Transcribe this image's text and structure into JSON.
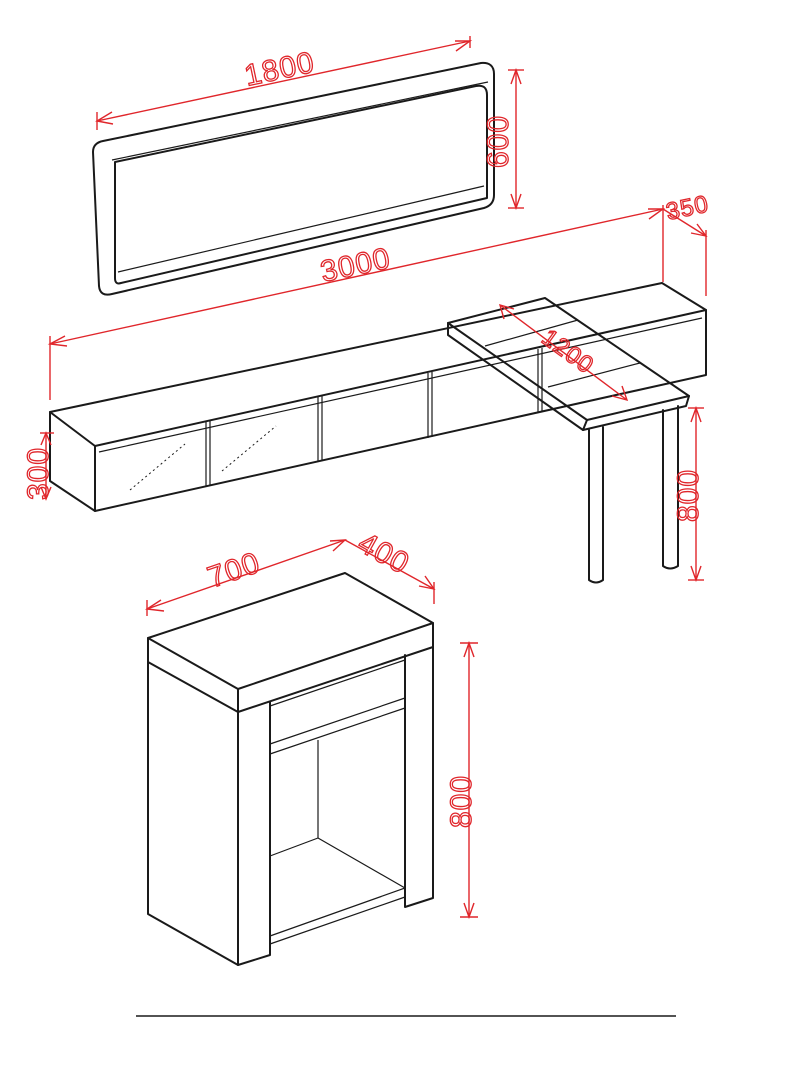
{
  "dimensions": {
    "mirror_width": "1800",
    "mirror_height": "600",
    "console_length": "3000",
    "console_depth": "350",
    "console_height": "300",
    "desk_top_length": "1200",
    "desk_leg_height": "800",
    "cabinet_width": "700",
    "cabinet_depth": "400",
    "cabinet_height": "800"
  },
  "colors": {
    "dimension": "#e0262b",
    "outline": "#1a1a1a"
  }
}
